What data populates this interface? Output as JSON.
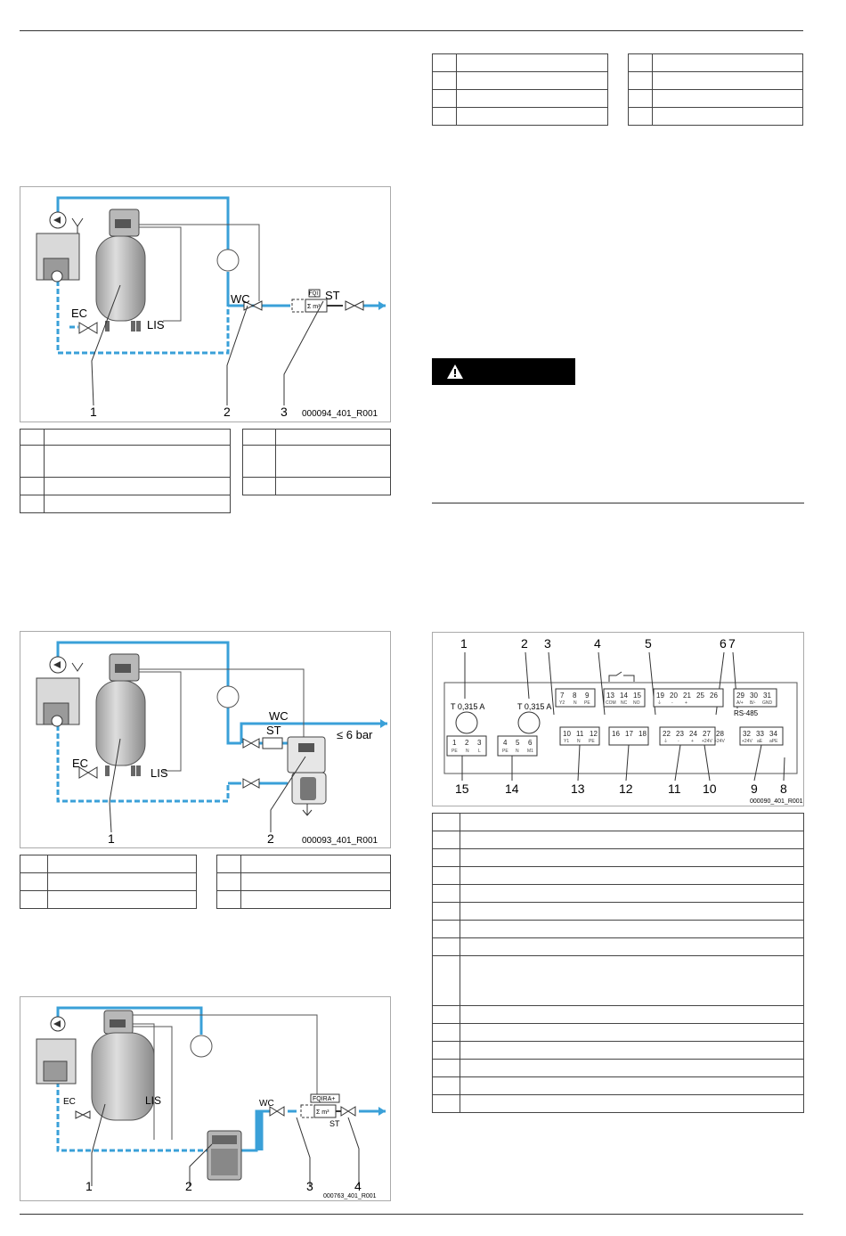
{
  "figure1": {
    "labels": {
      "ec": "EC",
      "lis": "LIS",
      "wc": "WC",
      "st": "ST",
      "fqi": "FQI",
      "meter": "Σ m³"
    },
    "callouts": [
      "1",
      "2",
      "3"
    ],
    "code": "000094_401_R001"
  },
  "figure2": {
    "labels": {
      "ec": "EC",
      "lis": "LIS",
      "wc": "WC",
      "st": "ST",
      "pressure": "≤ 6 bar"
    },
    "callouts": [
      "1",
      "2"
    ],
    "code": "000093_401_R001"
  },
  "figure3": {
    "labels": {
      "ec": "EC",
      "lis": "LIS",
      "wc": "WC",
      "st": "ST",
      "fqira": "FQIRA+",
      "meter": "Σ m³"
    },
    "callouts": [
      "1",
      "2",
      "3",
      "4"
    ],
    "code": "000763_401_R001"
  },
  "terminal_figure": {
    "callouts_top": [
      "1",
      "2",
      "3",
      "4",
      "5",
      "6",
      "7"
    ],
    "callouts_bottom": [
      "15",
      "14",
      "13",
      "12",
      "11",
      "10",
      "9",
      "8"
    ],
    "fuse1": "T 0,315 A",
    "fuse2": "T 0,315 A",
    "rs485": "RS-485",
    "code": "000090_401_R001",
    "blocks": {
      "b1": [
        [
          "1",
          "PE"
        ],
        [
          "2",
          "N"
        ],
        [
          "3",
          "L"
        ]
      ],
      "b2": [
        [
          "4",
          "PE"
        ],
        [
          "5",
          "N"
        ],
        [
          "6",
          "M1"
        ]
      ],
      "b3": [
        [
          "7",
          "Y2"
        ],
        [
          "8",
          "N"
        ],
        [
          "9",
          "PE"
        ]
      ],
      "b4": [
        [
          "10",
          "Y1"
        ],
        [
          "11",
          "N"
        ],
        [
          "12",
          "PE"
        ]
      ],
      "b5": [
        [
          "13",
          "COM"
        ],
        [
          "14",
          "NC"
        ],
        [
          "15",
          "NO"
        ]
      ],
      "b6": [
        [
          "16",
          ""
        ],
        [
          "17",
          ""
        ],
        [
          "18",
          ""
        ]
      ],
      "b7": [
        [
          "19",
          "⏚"
        ],
        [
          "20",
          "-"
        ],
        [
          "21",
          "+"
        ],
        [
          "25",
          ""
        ],
        [
          "26",
          ""
        ]
      ],
      "b8": [
        [
          "22",
          "⏚"
        ],
        [
          "23",
          "-"
        ],
        [
          "24",
          "+"
        ],
        [
          "27",
          "+24V"
        ],
        [
          "28",
          "+24V"
        ]
      ],
      "b9": [
        [
          "29",
          "A/+"
        ],
        [
          "30",
          "B/-"
        ],
        [
          "31",
          "GND"
        ]
      ],
      "b10": [
        [
          "32",
          "+24V"
        ],
        [
          "33",
          "aE"
        ],
        [
          "34",
          "aPE"
        ]
      ]
    }
  }
}
